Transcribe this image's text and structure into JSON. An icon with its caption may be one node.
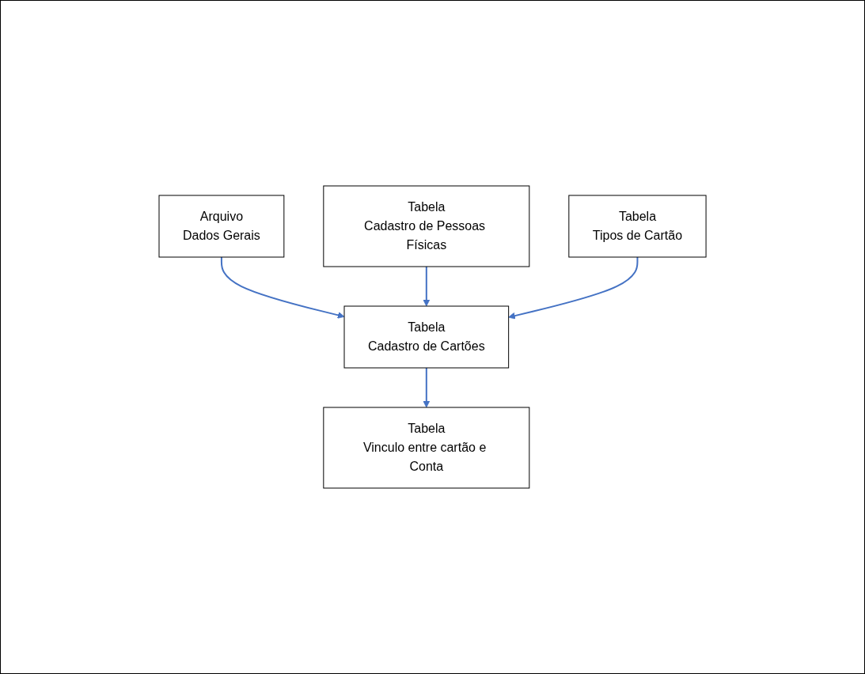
{
  "diagram": {
    "nodes": [
      {
        "text": [
          "Arquivo",
          "Dados Gerais"
        ]
      },
      {
        "text": [
          "Tabela",
          "Vinculo entre cartão e Conta"
        ]
      },
      {
        "text": [
          "Tabela",
          "Cadastro de Cartões"
        ]
      },
      {
        "text": [
          "Tabela",
          "Cadastro de Pessoas Físicas"
        ]
      },
      {
        "text": [
          "Tabela",
          "Tipos de Cartão"
        ]
      }
    ],
    "edges": [
      {
        "from": 0,
        "to": 2,
        "arrow": "to"
      },
      {
        "from": 2,
        "to": 1,
        "arrow": "to"
      },
      {
        "from": 3,
        "to": 2,
        "arrow": "to"
      },
      {
        "from": 4,
        "to": 2,
        "arrow": "to"
      }
    ]
  }
}
